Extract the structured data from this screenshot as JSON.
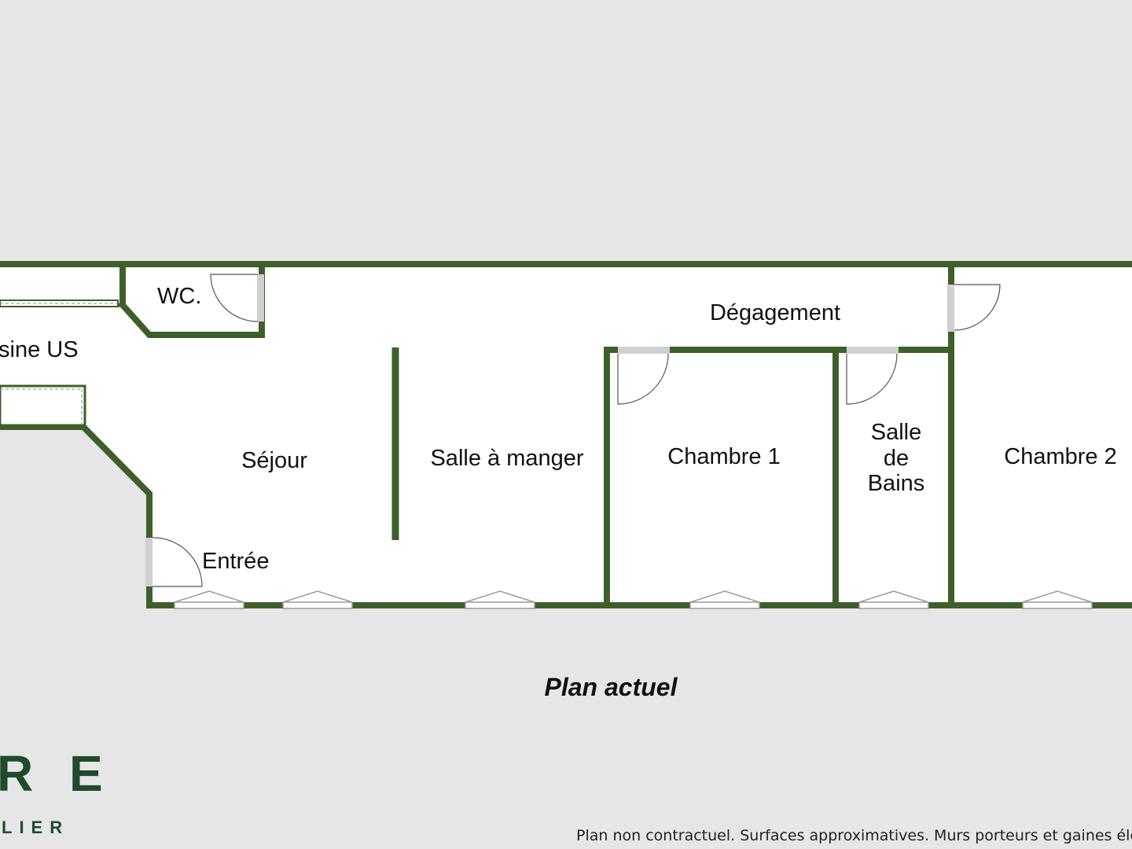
{
  "colors": {
    "background": "#e6e6e6",
    "floor": "#ffffff",
    "wall": "#3e5f2b",
    "door_jamb": "#d0d0d0",
    "logo": "#1f4a2c"
  },
  "rooms": {
    "wc": "WC.",
    "cuisine": "sine US",
    "degagement": "Dégagement",
    "sejour": "Séjour",
    "salle_a_manger": "Salle à manger",
    "chambre1": "Chambre 1",
    "salle_de_bains_line1": "Salle",
    "salle_de_bains_line2": "de",
    "salle_de_bains_line3": "Bains",
    "chambre2": "Chambre 2",
    "entree": "Entrée"
  },
  "title": "Plan actuel",
  "logo": {
    "main": "R E",
    "sub": "LIER"
  },
  "disclaimer": "Plan non contractuel. Surfaces approximatives. Murs porteurs et gaines électriq"
}
